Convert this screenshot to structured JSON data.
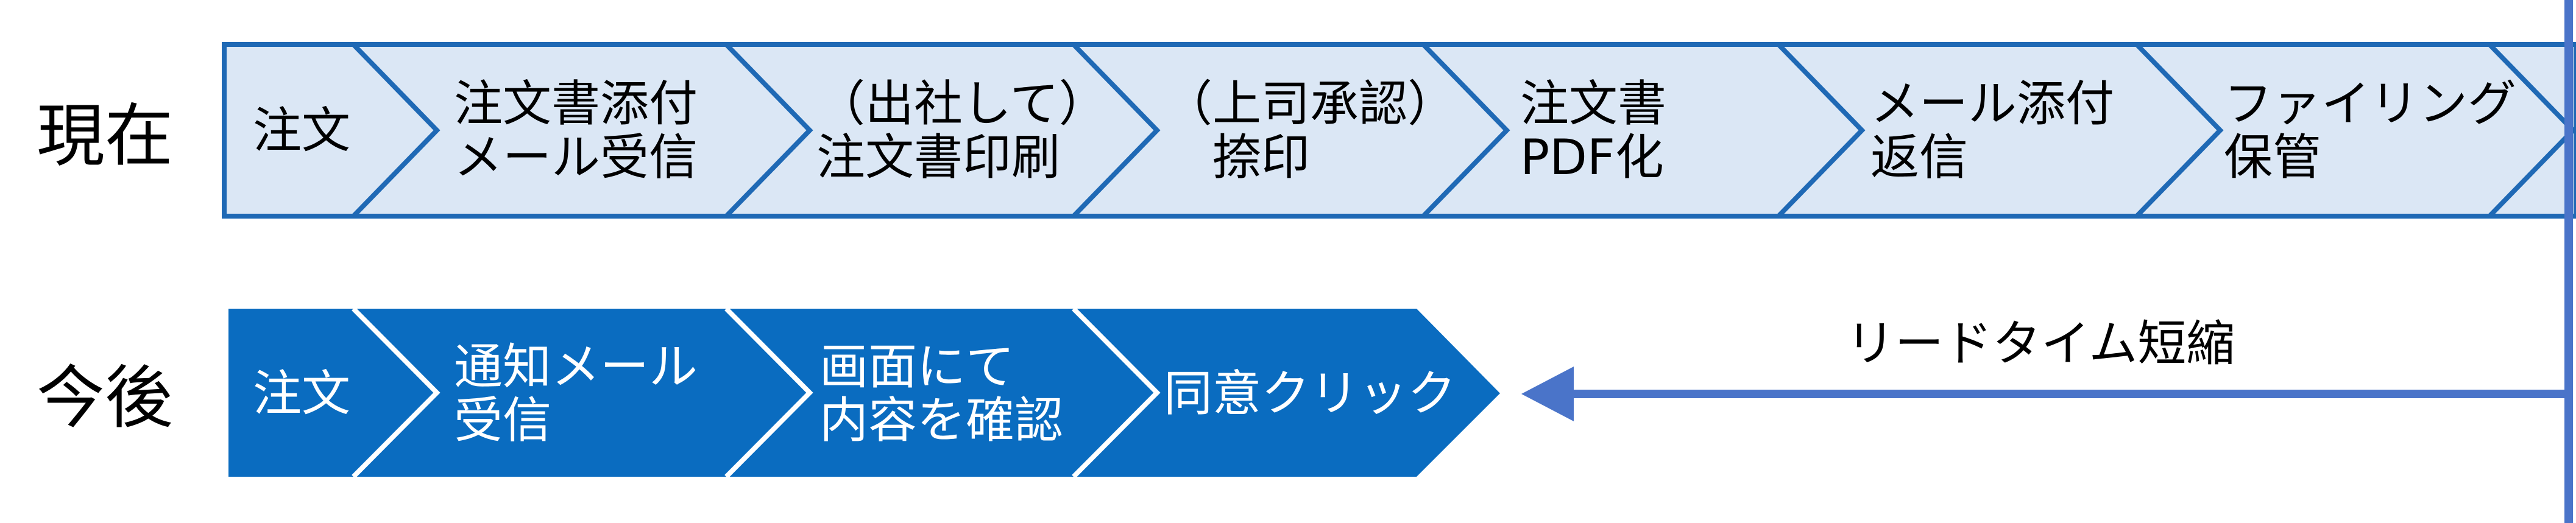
{
  "colors": {
    "current_fill": "#dbe7f5",
    "current_stroke": "#1f69b5",
    "future_fill": "#0a6cc0",
    "future_chevron_line": "#ffffff",
    "arrow": "#4a74c9"
  },
  "current": {
    "label": "現在",
    "steps": [
      [
        "注文"
      ],
      [
        "注文書添付",
        "メール受信"
      ],
      [
        "（出社して）",
        "注文書印刷"
      ],
      [
        "（上司承認）",
        "　捺印"
      ],
      [
        "注文書",
        "PDF化"
      ],
      [
        "メール添付",
        "返信"
      ],
      [
        "ファイリング",
        "保管"
      ]
    ]
  },
  "future": {
    "label": "今後",
    "steps": [
      [
        "注文"
      ],
      [
        "通知メール",
        "受信"
      ],
      [
        "画面にて",
        "内容を確認"
      ],
      [
        "同意クリック"
      ]
    ]
  },
  "reduction": {
    "label": "リードタイム短縮"
  }
}
